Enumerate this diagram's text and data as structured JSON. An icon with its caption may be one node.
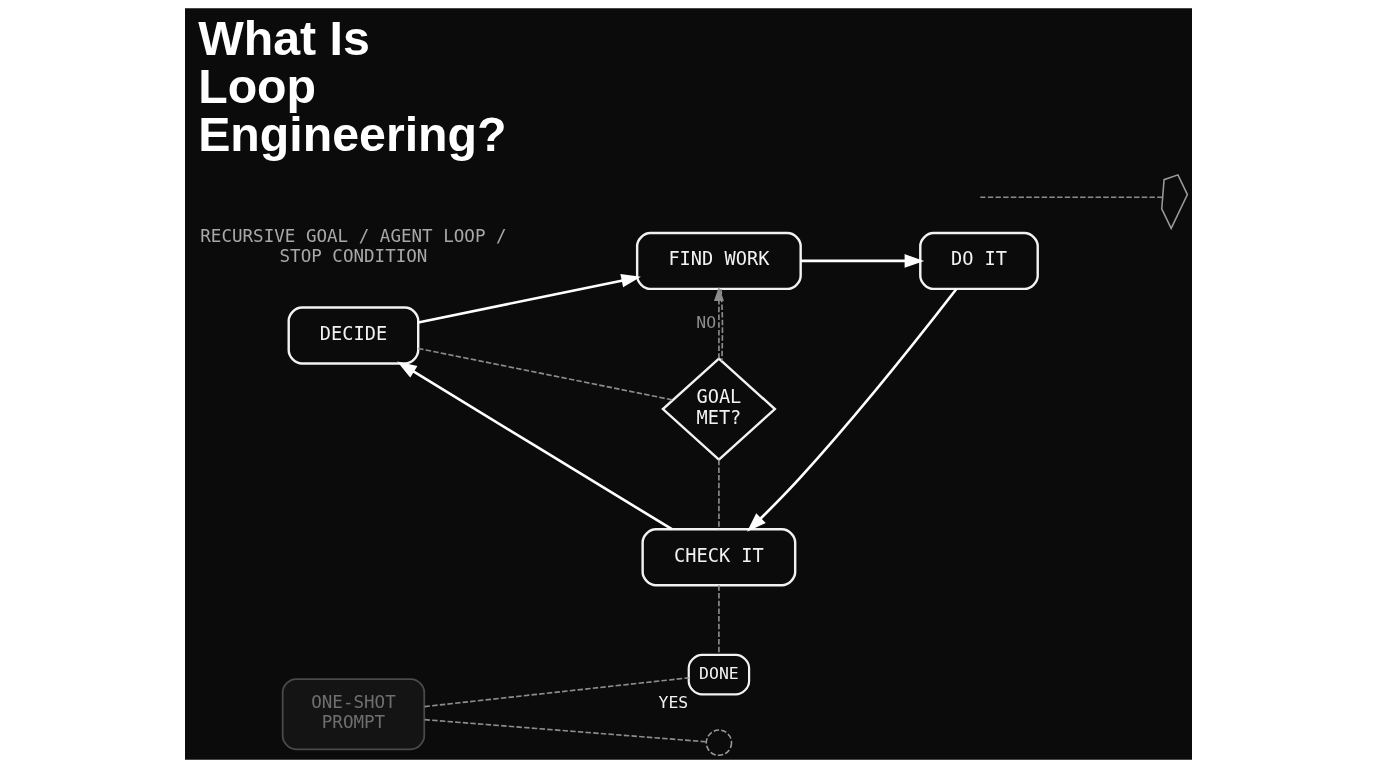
{
  "diagram": {
    "title": "What Is Loop Engineering?",
    "nodes": [
      {
        "text": [
          "FIND WORK"
        ]
      },
      {
        "text": [
          "DECIDE"
        ]
      },
      {
        "text": [
          "GOAL MET?"
        ]
      },
      {
        "text": [
          "DO IT"
        ]
      },
      {
        "text": [],
        "shape": "circle"
      },
      {
        "text": [
          "CHECK IT"
        ]
      },
      {
        "text": [
          "ONE-SHOT PROMPT"
        ]
      },
      {
        "text": [],
        "shape": "picture"
      },
      {
        "text": [
          "DONE"
        ],
        "beside": [
          "YES"
        ]
      }
    ],
    "edges": [
      {
        "from": 0,
        "to": 3,
        "arrow": "to",
        "color": "#ffffff"
      },
      {
        "from": 3,
        "to": 5,
        "arrow": "to",
        "color": "#ffffff"
      },
      {
        "from": 5,
        "to": 1,
        "arrow": "to",
        "color": "#ffffff"
      },
      {
        "from": 1,
        "to": 0,
        "arrow": "to",
        "color": "#ffffff"
      },
      {
        "from": 0,
        "to": 2,
        "arrow": "none",
        "style": "dashed"
      },
      {
        "from": 1,
        "to": 2,
        "arrow": "none",
        "style": "dashed"
      },
      {
        "from": 2,
        "to": 0,
        "arrow": "to",
        "style": "dashed",
        "label": "NO"
      },
      {
        "from": 2,
        "to": 5,
        "arrow": "none",
        "style": "dashed"
      },
      {
        "from": 5,
        "to": 8,
        "arrow": "none",
        "style": "dashed"
      },
      {
        "from": 6,
        "to": 4,
        "arrow": "none",
        "style": "dashed"
      },
      {
        "from": 6,
        "to": 8,
        "arrow": "none",
        "style": "dashed"
      },
      {
        "from": null,
        "to": 7,
        "arrow": "none",
        "style": "dashed"
      }
    ],
    "labels": [
      "RECURSIVE GOAL / AGENT LOOP / STOP CONDITION"
    ]
  }
}
